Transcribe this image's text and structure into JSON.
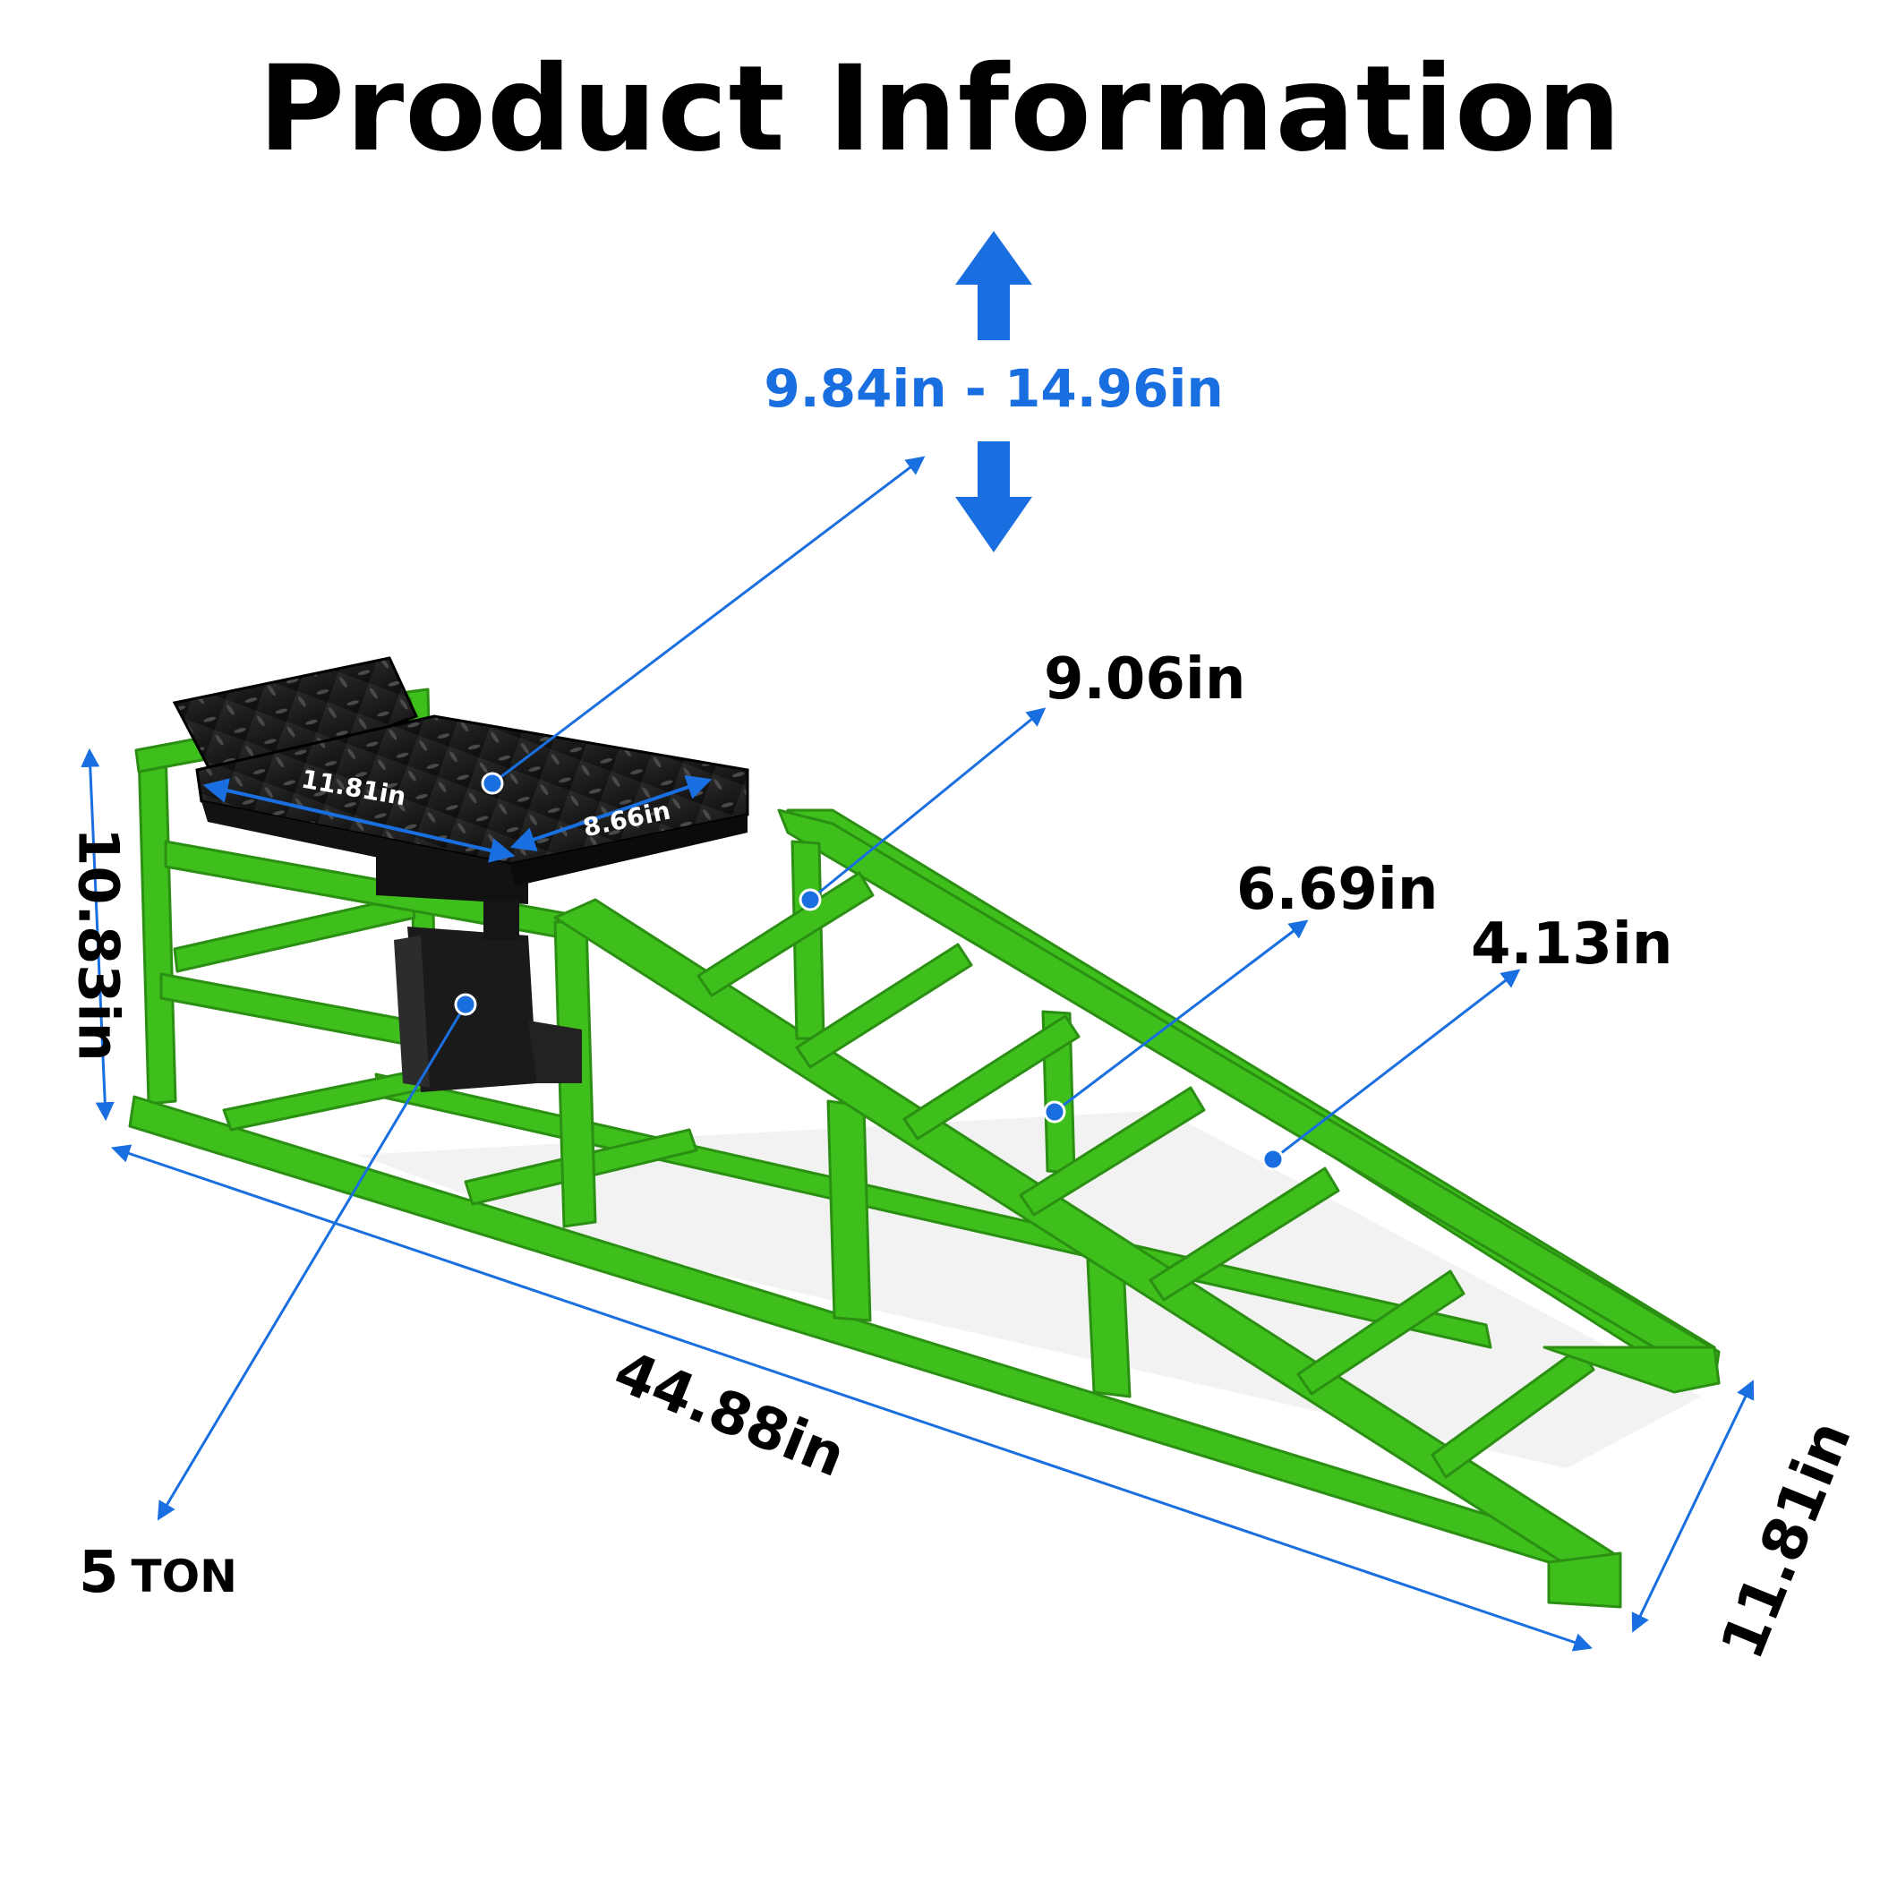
{
  "title": "Product Information",
  "lift_height_range": "9.84in - 14.96in",
  "dimensions": {
    "ramp_width_top": "9.06in",
    "rung_spacing": "6.69in",
    "rung_width": "4.13in",
    "platform_length": "11.81in",
    "platform_width": "8.66in",
    "height": "10.83in",
    "length": "44.88in",
    "base_width": "11.81in"
  },
  "capacity": {
    "value": "5",
    "unit": "TON"
  },
  "colors": {
    "accent_blue": "#1a6fe0",
    "frame_green": "#3fbf1c",
    "platform_black": "#1c1c1c"
  }
}
